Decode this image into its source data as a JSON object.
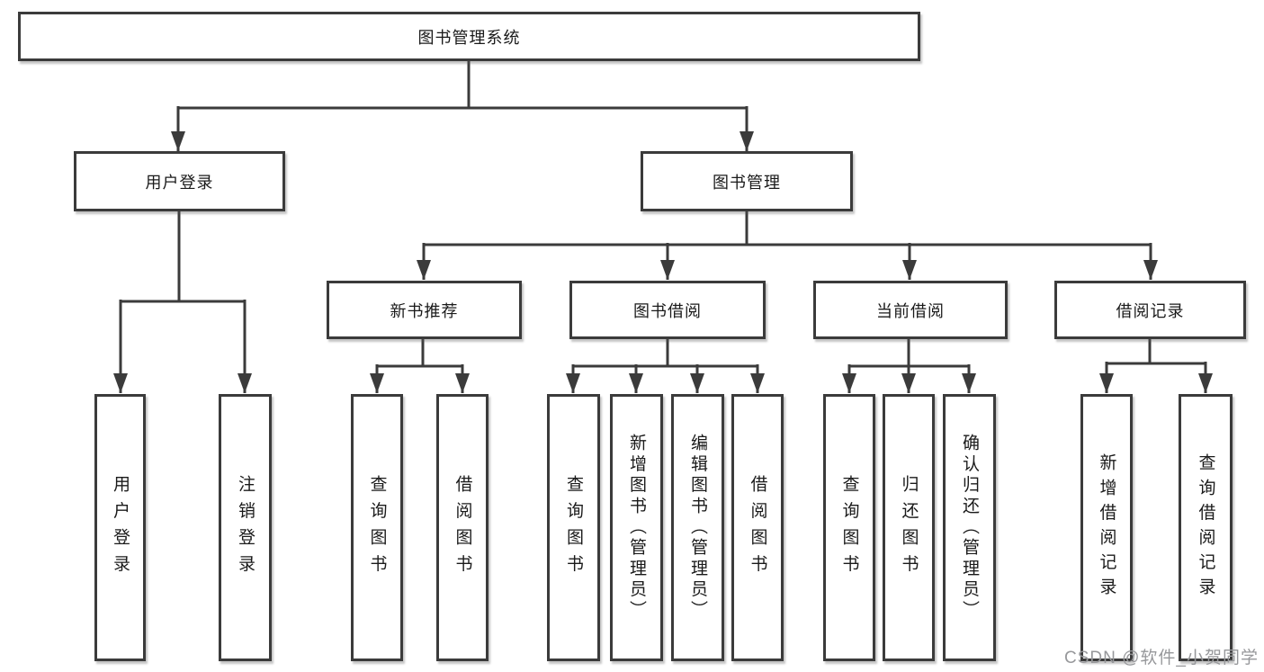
{
  "colors": {
    "line": "#3b3b3b",
    "box_border": "#3b3b3b",
    "text": "#1a1a1a",
    "watermark": "#97989b",
    "background": "#ffffff"
  },
  "watermark": "CSDN @软件_小贺同学",
  "tree": {
    "root": {
      "label": "图书管理系统"
    },
    "children": [
      {
        "label": "用户登录",
        "children": [
          {
            "label": "用户登录"
          },
          {
            "label": "注销登录"
          }
        ]
      },
      {
        "label": "图书管理",
        "children": [
          {
            "label": "新书推荐",
            "children": [
              {
                "label": "查询图书"
              },
              {
                "label": "借阅图书"
              }
            ]
          },
          {
            "label": "图书借阅",
            "children": [
              {
                "label": "查询图书"
              },
              {
                "label": "新增图书（管理员）"
              },
              {
                "label": "编辑图书（管理员）"
              },
              {
                "label": "借阅图书"
              }
            ]
          },
          {
            "label": "当前借阅",
            "children": [
              {
                "label": "查询图书"
              },
              {
                "label": "归还图书"
              },
              {
                "label": "确认归还（管理员）"
              }
            ]
          },
          {
            "label": "借阅记录",
            "children": [
              {
                "label": "新增借阅记录"
              },
              {
                "label": "查询借阅记录"
              }
            ]
          }
        ]
      }
    ]
  }
}
